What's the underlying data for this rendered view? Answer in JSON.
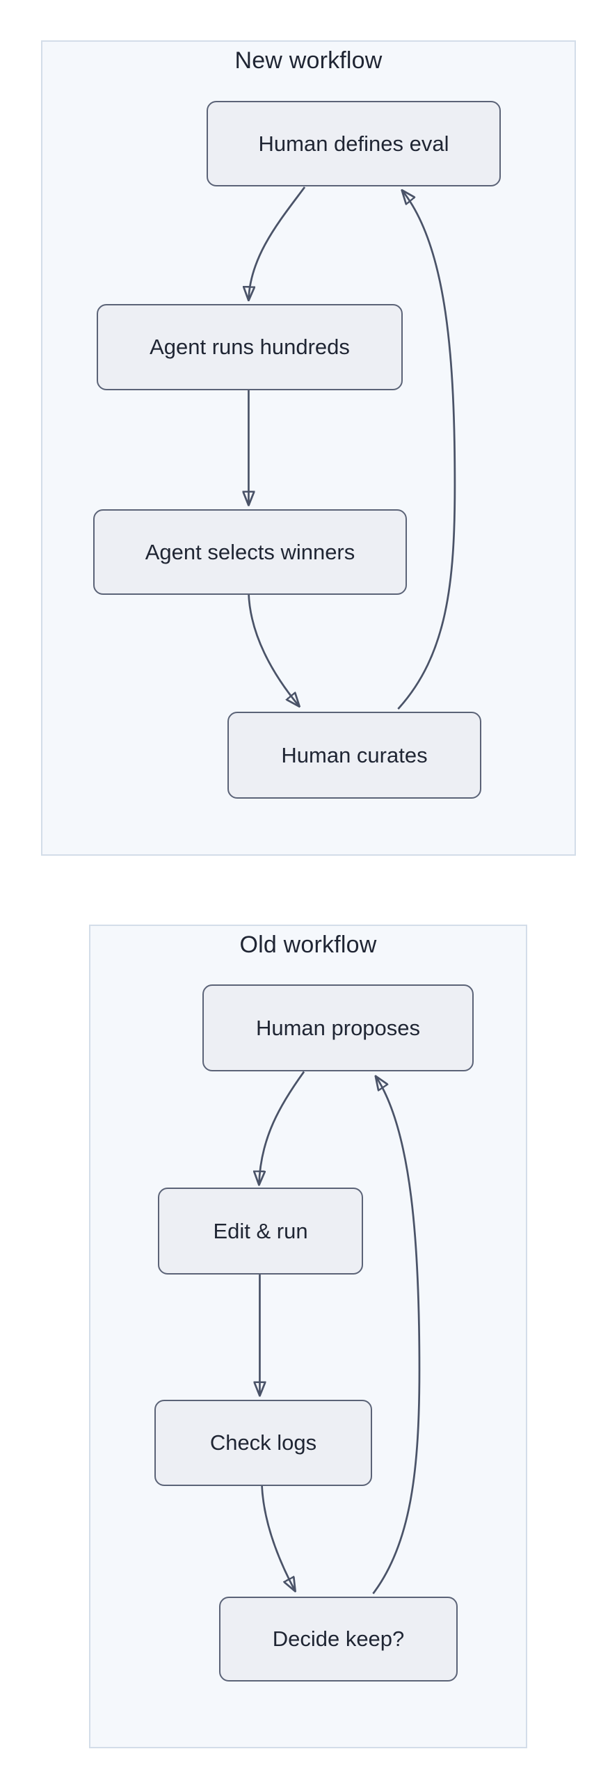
{
  "colors": {
    "container_fill": "#f5f8fc",
    "container_border": "#d3dde9",
    "node_fill": "#edeff4",
    "node_border": "#5b6377",
    "edge_stroke": "#4a5368",
    "text": "#1f2533",
    "page_bg": "#ffffff"
  },
  "diagrams": [
    {
      "title": "New workflow",
      "nodes": [
        {
          "id": "A",
          "label": "Human defines eval"
        },
        {
          "id": "B",
          "label": "Agent runs hundreds"
        },
        {
          "id": "C",
          "label": "Agent selects winners"
        },
        {
          "id": "D",
          "label": "Human curates"
        }
      ],
      "edges": [
        {
          "from": "Human defines eval",
          "to": "Agent runs hundreds"
        },
        {
          "from": "Agent runs hundreds",
          "to": "Agent selects winners"
        },
        {
          "from": "Agent selects winners",
          "to": "Human curates"
        },
        {
          "from": "Human curates",
          "to": "Human defines eval"
        }
      ]
    },
    {
      "title": "Old workflow",
      "nodes": [
        {
          "id": "E",
          "label": "Human proposes"
        },
        {
          "id": "F",
          "label": "Edit & run"
        },
        {
          "id": "G",
          "label": "Check logs"
        },
        {
          "id": "H",
          "label": "Decide keep?"
        }
      ],
      "edges": [
        {
          "from": "Human proposes",
          "to": "Edit & run"
        },
        {
          "from": "Edit & run",
          "to": "Check logs"
        },
        {
          "from": "Check logs",
          "to": "Decide keep?"
        },
        {
          "from": "Decide keep?",
          "to": "Human proposes"
        }
      ]
    }
  ]
}
